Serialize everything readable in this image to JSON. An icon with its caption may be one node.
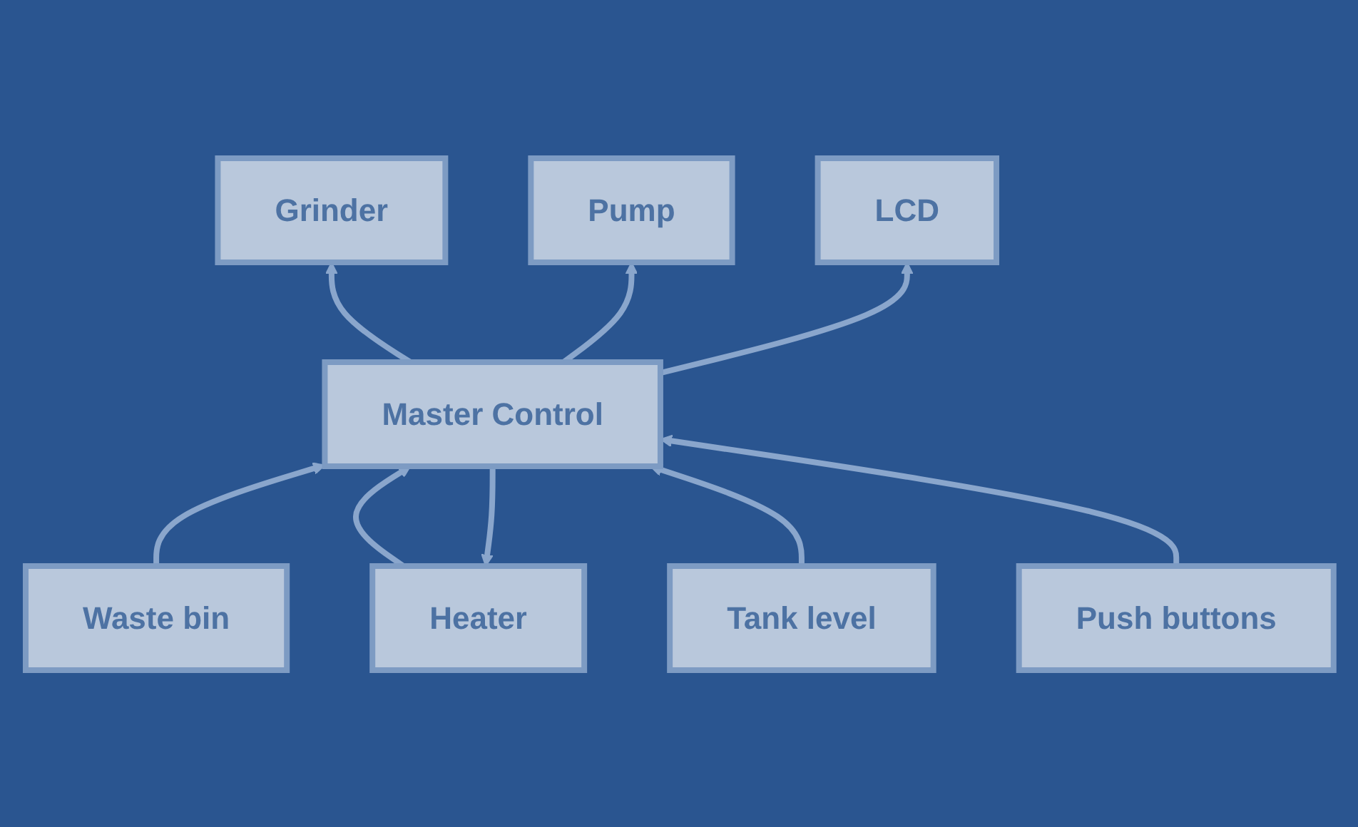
{
  "diagram": {
    "nodes": [
      {
        "text": [
          "Grinder"
        ]
      },
      {
        "text": [
          "Heater"
        ]
      },
      {
        "text": [
          "Pump"
        ]
      },
      {
        "text": [
          "Waste bin"
        ]
      },
      {
        "text": [
          "Master Control"
        ]
      },
      {
        "text": [
          "Tank level"
        ]
      },
      {
        "text": [
          "LCD"
        ]
      },
      {
        "text": [
          "Push buttons"
        ]
      }
    ],
    "edges": [
      {
        "from": 4,
        "to": 0,
        "arrow": "to"
      },
      {
        "from": 4,
        "to": 1,
        "arrow": "to"
      },
      {
        "from": 1,
        "to": 4,
        "arrow": "to"
      },
      {
        "from": 4,
        "to": 2,
        "arrow": "to"
      },
      {
        "from": 3,
        "to": 4,
        "arrow": "to"
      },
      {
        "from": 5,
        "to": 4,
        "arrow": "to"
      },
      {
        "from": 4,
        "to": 6,
        "arrow": "to"
      },
      {
        "from": 7,
        "to": 4,
        "arrow": "to"
      }
    ]
  }
}
